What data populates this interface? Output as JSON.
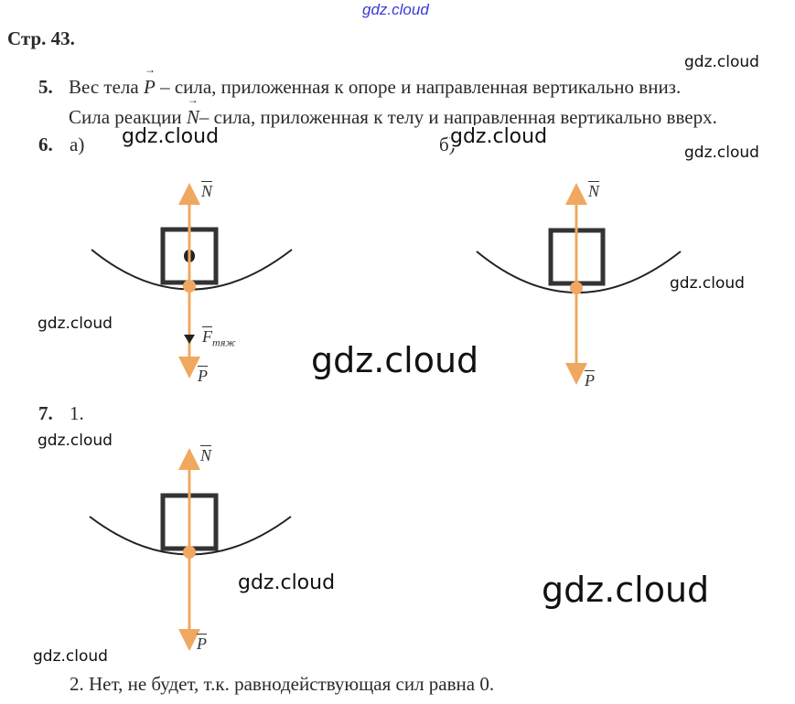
{
  "watermarks": [
    "gdz.cloud",
    "gdz.cloud",
    "gdz.cloud",
    "gdz.cloud",
    "gdz.cloud",
    "gdz.cloud",
    "gdz.cloud",
    "gdz.cloud",
    "gdz.cloud",
    "gdz.cloud",
    "gdz.cloud",
    "gdz.cloud"
  ],
  "page_heading": "Стр. 43.",
  "task5": {
    "number": "5.",
    "line1_pre": "Вес тела",
    "line1_vec": "P",
    "line1_post": " – сила, приложенная к опоре и направленная вертикально вниз.",
    "line2_pre": "Сила реакции",
    "line2_vec": "N",
    "line2_post": "– сила, приложенная к телу и направленная вертикально вверх."
  },
  "task6": {
    "number": "6.",
    "part_a": "а)",
    "part_b": "б)",
    "diagram_a": {
      "label_n": "N",
      "label_f": "F",
      "label_f_sub": "тяж",
      "label_p": "P"
    },
    "diagram_b": {
      "label_n": "N",
      "label_p": "P"
    }
  },
  "task7": {
    "number": "7.",
    "item1": "1.",
    "diagram": {
      "label_n": "N",
      "label_p": "P"
    },
    "item2": "2. Нет, не будет, т.к. равнодействующая сил равна 0."
  },
  "colors": {
    "arrow": "#f0a860",
    "box": "#333333",
    "curve": "#222222"
  }
}
